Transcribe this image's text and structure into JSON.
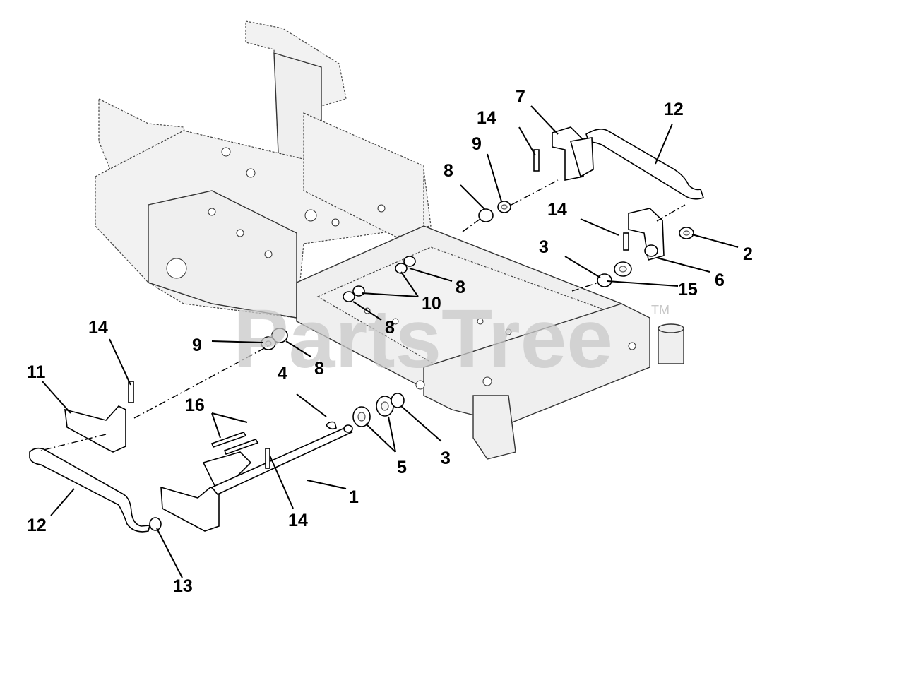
{
  "watermark": {
    "text": "PartsTree",
    "trademark": "TM"
  },
  "callouts": {
    "c1": "1",
    "c2": "2",
    "c3a": "3",
    "c3b": "3",
    "c4": "4",
    "c5": "5",
    "c6": "6",
    "c7": "7",
    "c8a": "8",
    "c8b": "8",
    "c8c": "8",
    "c8d": "8",
    "c9a": "9",
    "c9b": "9",
    "c10": "10",
    "c11": "11",
    "c12a": "12",
    "c12b": "12",
    "c13": "13",
    "c14a": "14",
    "c14b": "14",
    "c14c": "14",
    "c14d": "14",
    "c15": "15",
    "c16": "16"
  }
}
